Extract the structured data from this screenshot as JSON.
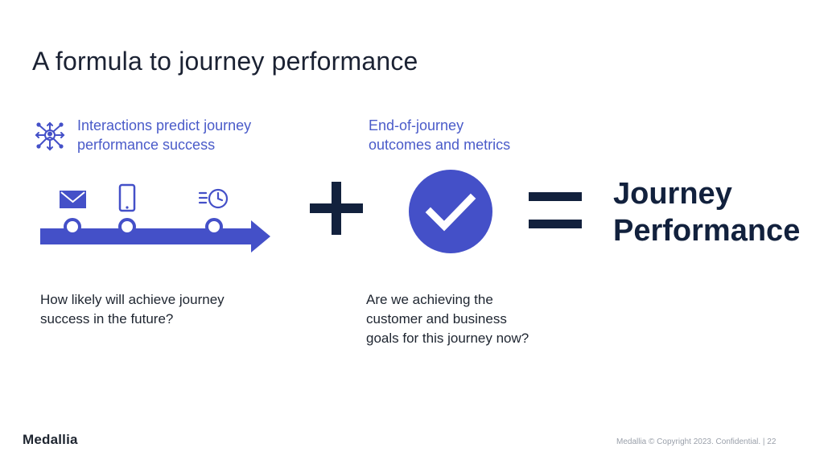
{
  "title": "A formula to journey performance",
  "left": {
    "icon": "interactions-network-icon",
    "subhead": [
      "Interactions predict journey",
      "performance success"
    ],
    "question": [
      "How likely will achieve journey",
      "success in the future?"
    ],
    "timeline_icons": [
      "mail-icon",
      "mobile-phone-icon",
      "fast-clock-icon"
    ]
  },
  "right": {
    "subhead": [
      "End-of-journey",
      "outcomes  and metrics"
    ],
    "question": [
      "Are we achieving the",
      "customer and business",
      "goals for this journey now?"
    ],
    "icon": "checkmark-circle-icon"
  },
  "operators": {
    "plus": "plus-icon",
    "equals": "equals-icon"
  },
  "result": [
    "Journey",
    "Performance"
  ],
  "logo": "Medallia",
  "footer": "Medallia © Copyright 2023. Confidential.  |  22",
  "colors": {
    "accent": "#4450c8",
    "dark": "#12213d",
    "text": "#1e2530",
    "muted": "#9aa0aa"
  }
}
